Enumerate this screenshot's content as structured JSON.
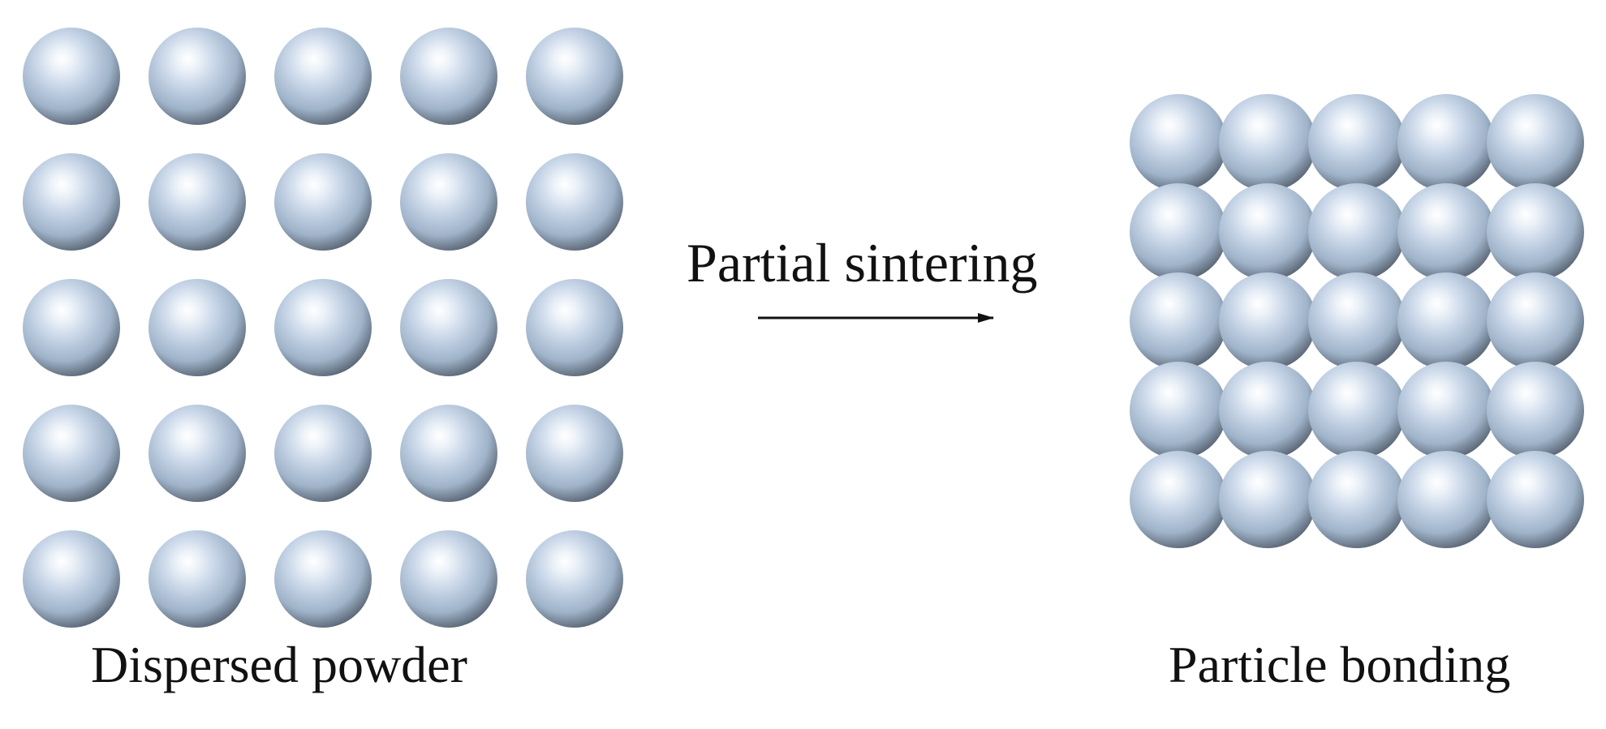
{
  "figure": {
    "left_panel": {
      "label": "Dispersed powder",
      "rows": 5,
      "cols": 5
    },
    "right_panel": {
      "label": "Particle bonding",
      "rows": 5,
      "cols": 5
    },
    "process": {
      "label": "Partial sintering"
    }
  },
  "colors": {
    "particle_highlight": "#ffffff",
    "particle_light": "#c8d6e8",
    "particle_mid": "#9fb3c9",
    "particle_dark": "#5b6776",
    "arrow": "#111111",
    "text": "#111111",
    "background": "#ffffff"
  }
}
